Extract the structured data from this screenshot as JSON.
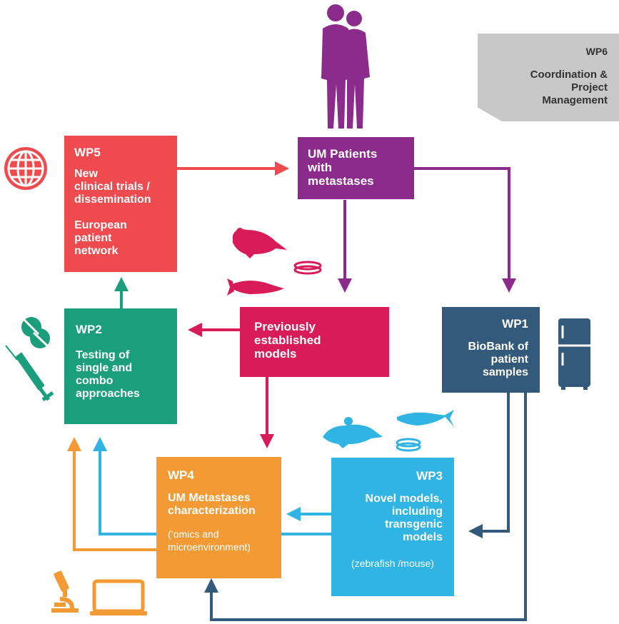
{
  "colors": {
    "wp5": "#ef4b4e",
    "patients": "#8b2b8b",
    "wp2": "#1a9e7c",
    "previous": "#d91c58",
    "wp1": "#345a7b",
    "wp4": "#f49a35",
    "wp3": "#2fb4e3",
    "wp6": "#c8c8c8"
  },
  "wp6": {
    "id": "WP6",
    "line1": "Coordination &",
    "line2": "Project",
    "line3": "Management"
  },
  "wp5": {
    "id": "WP5",
    "line1": "New",
    "line2": "clinical trials /",
    "line3": "dissemination",
    "line4": "European",
    "line5": "patient",
    "line6": "network"
  },
  "patients": {
    "line1": "UM Patients",
    "line2": "with",
    "line3": "metastases"
  },
  "wp2": {
    "id": "WP2",
    "line1": "Testing of",
    "line2": "single and",
    "line3": "combo",
    "line4": "approaches"
  },
  "previous": {
    "line1": "Previously",
    "line2": "established",
    "line3": "models"
  },
  "wp1": {
    "id": "WP1",
    "line1": "BioBank of",
    "line2": "patient",
    "line3": "samples"
  },
  "wp4": {
    "id": "WP4",
    "line1": "UM Metastases",
    "line2": "characterization",
    "line3": "(‘omics and",
    "line4": "microenvironment)"
  },
  "wp3": {
    "id": "WP3",
    "line1": "Novel models,",
    "line2": "including",
    "line3": "transgenic",
    "line4": "models",
    "line5": "(zebrafish /mouse)"
  },
  "icons": [
    "people-icon",
    "globe-icon",
    "pills-icon",
    "syringe-icon",
    "mouse-icon",
    "fish-icon",
    "petri-dish-icon",
    "fridge-icon",
    "microscope-icon",
    "laptop-icon"
  ]
}
